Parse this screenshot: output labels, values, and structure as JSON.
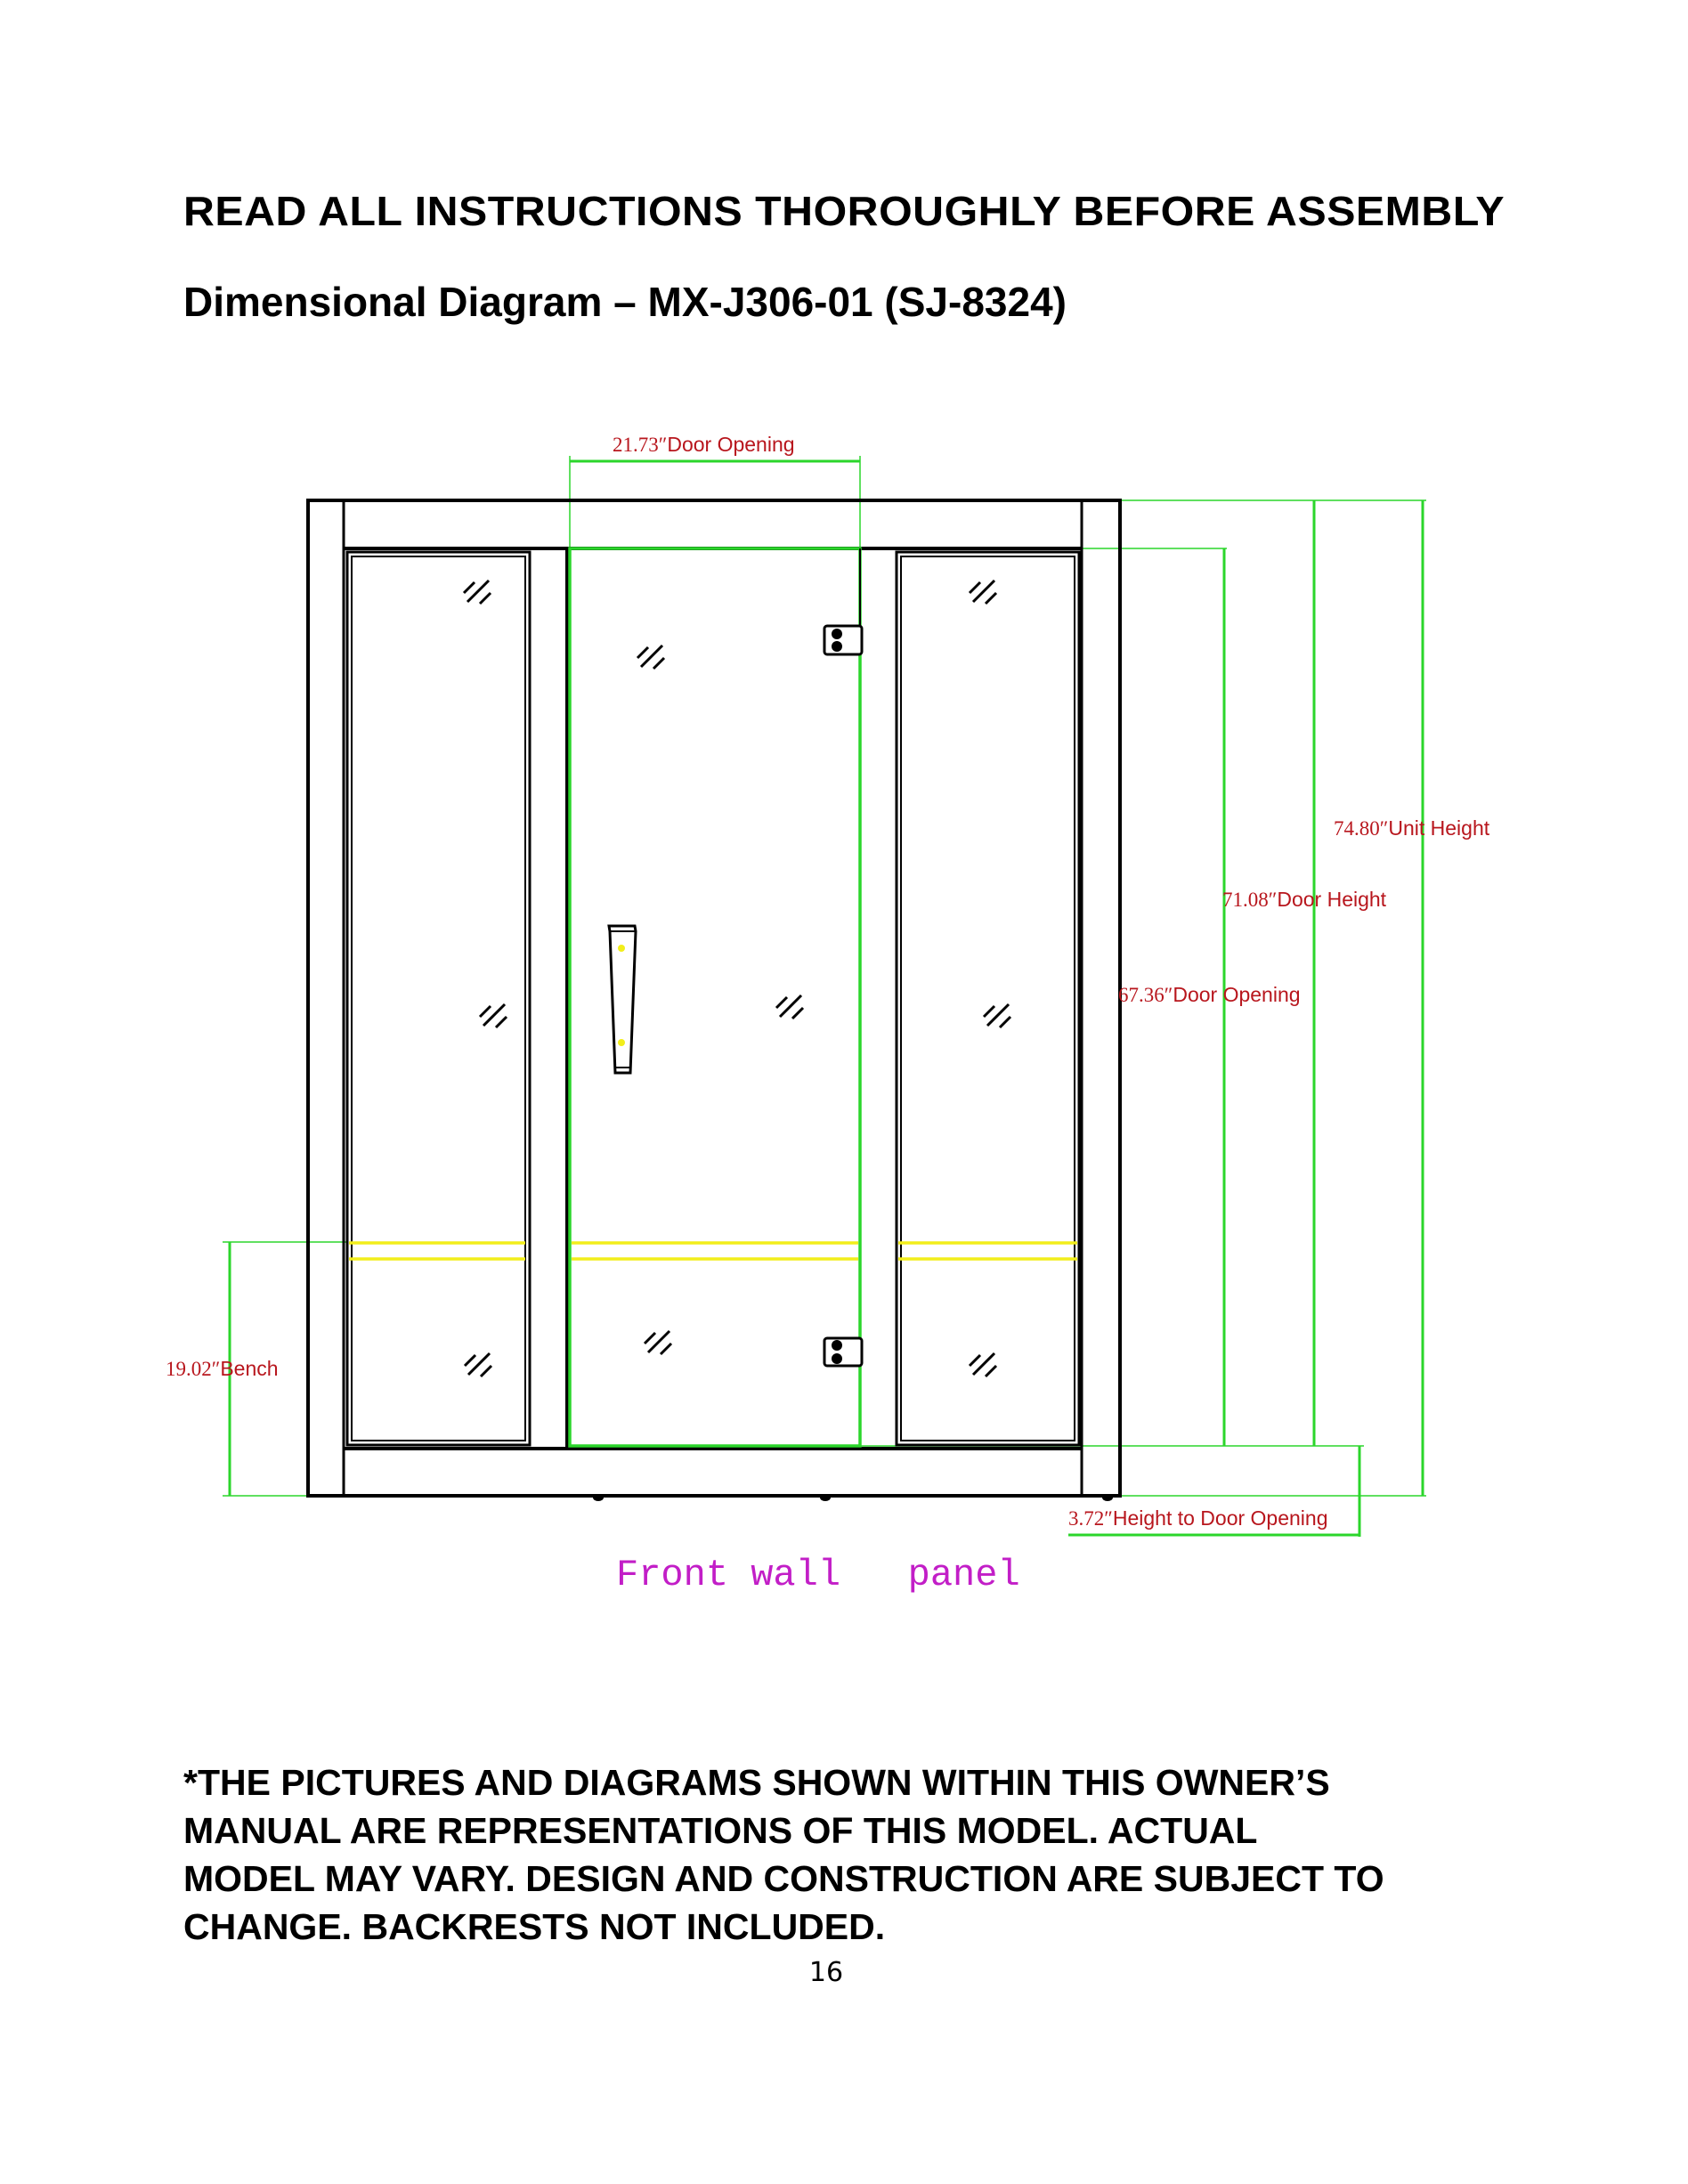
{
  "header": {
    "warning": "READ ALL INSTRUCTIONS THOROUGHLY BEFORE ASSEMBLY",
    "title": "Dimensional Diagram – MX-J306-01 (SJ-8324)"
  },
  "diagram": {
    "caption": "Front wall   panel",
    "dimensions": {
      "door_opening_width": {
        "value": "21.73″",
        "label": "Door Opening"
      },
      "unit_height": {
        "value": "74.80″",
        "label": "Unit Height"
      },
      "door_height": {
        "value": "71.08″",
        "label": "Door Height"
      },
      "door_opening_height": {
        "value": "67.36″",
        "label": "Door Opening"
      },
      "bench": {
        "value": "19.02″",
        "label": "Bench"
      },
      "height_to_door_opening": {
        "value": "3.72″",
        "label": "Height to Door Opening"
      }
    },
    "colors": {
      "frame": "#000000",
      "dimension_line": "#2bd62b",
      "dimension_text": "#b8161d",
      "bench_line": "#f2ee1a",
      "caption": "#c21ec7",
      "handle_screw": "#f2ee1a"
    }
  },
  "disclaimer": {
    "lines": [
      "*THE PICTURES AND DIAGRAMS SHOWN WITHIN THIS OWNER’S",
      "MANUAL ARE REPRESENTATIONS OF THIS MODEL.  ACTUAL",
      "MODEL MAY VARY.  DESIGN AND CONSTRUCTION ARE SUBJECT TO",
      "CHANGE. BACKRESTS NOT INCLUDED."
    ]
  },
  "footer": {
    "page_number": "16"
  }
}
